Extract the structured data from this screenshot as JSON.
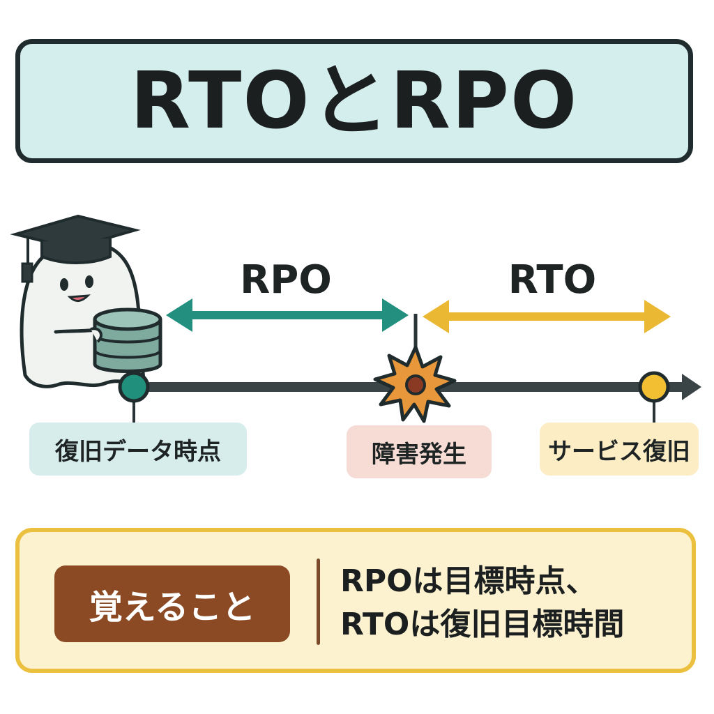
{
  "title": "RTOとRPO",
  "diagram": {
    "rpo_label": "RPO",
    "rto_label": "RTO",
    "points": {
      "restore_data_point": "復旧データ時点",
      "failure": "障害発生",
      "service_restore": "サービス復旧"
    },
    "colors": {
      "rpo_arrow": "#23907f",
      "rto_arrow": "#eab833",
      "timeline": "#3a4446",
      "failure_burst": "#e8983a",
      "start_dot": "#20907c",
      "end_dot": "#f2bf33"
    },
    "icons": [
      "ghost-mascot-icon",
      "graduation-cap-icon",
      "database-icon",
      "failure-burst-icon"
    ]
  },
  "memo": {
    "badge": "覚えること",
    "line1": "RPOは目標時点、",
    "line2": "RTOは復旧目標時間"
  }
}
